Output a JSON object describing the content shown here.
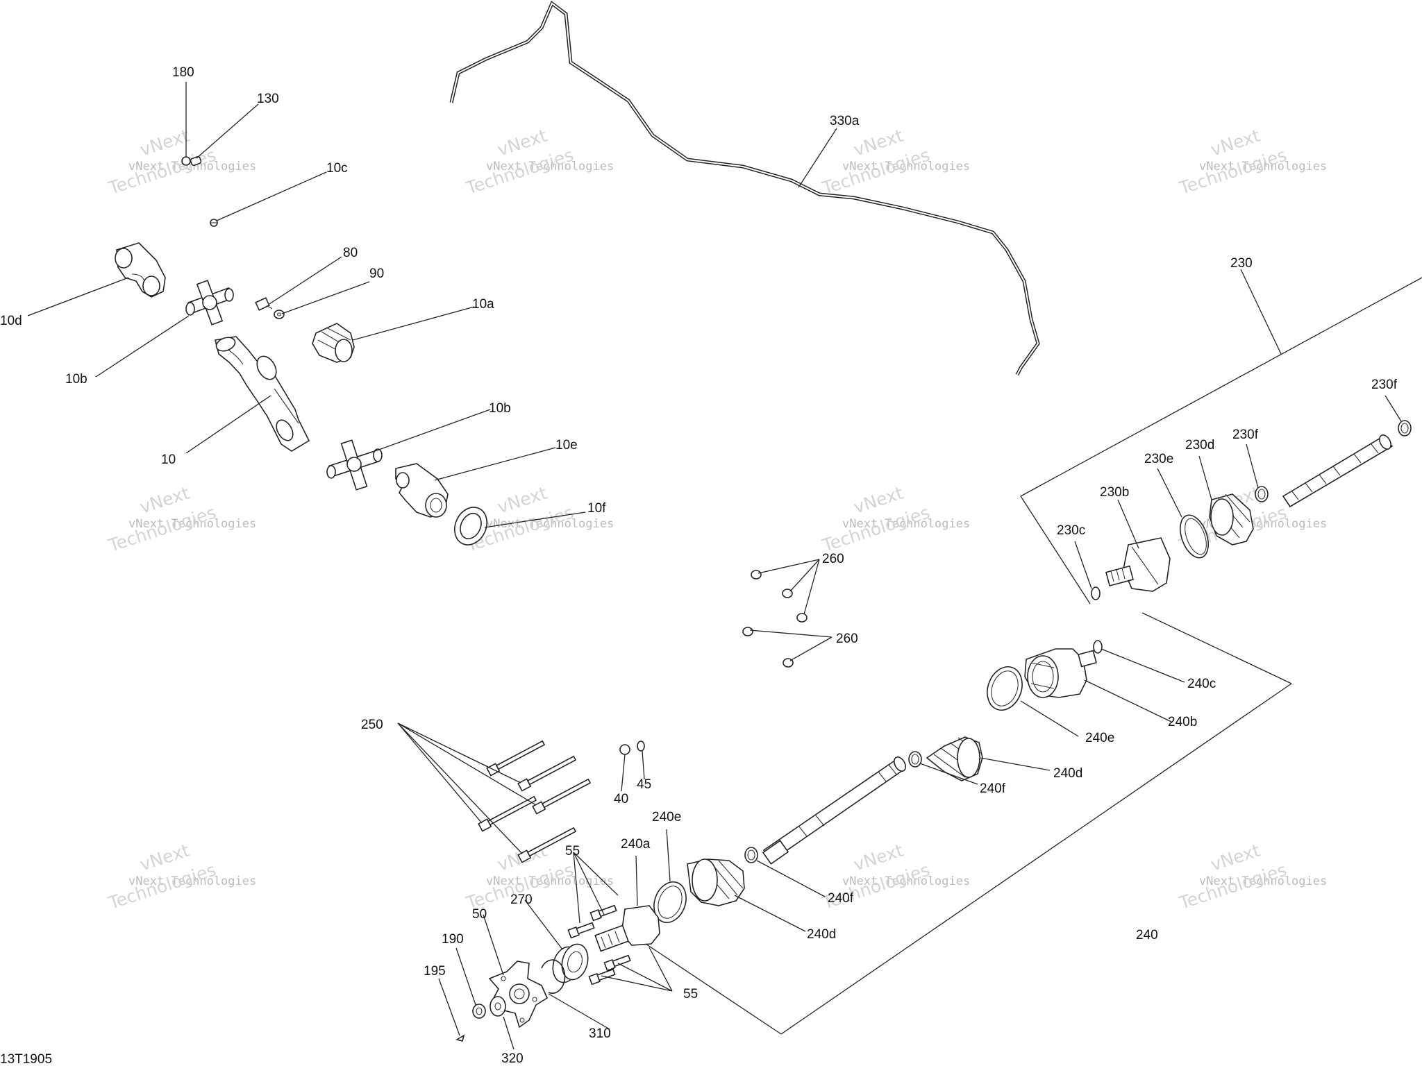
{
  "diagram": {
    "id_code": "13T1905",
    "watermark": {
      "line1": "vNext Technologies",
      "line2": "vNext",
      "line3": "Technologies"
    },
    "callouts": {
      "c180": "180",
      "c130": "130",
      "c10c": "10c",
      "c80": "80",
      "c90": "90",
      "c10a": "10a",
      "c10d": "10d",
      "c10b_top": "10b",
      "c10": "10",
      "c10b_mid": "10b",
      "c10e": "10e",
      "c10f": "10f",
      "c330a": "330a",
      "c230": "230",
      "c230f_right": "230f",
      "c230f_mid": "230f",
      "c230d": "230d",
      "c230e": "230e",
      "c230b": "230b",
      "c230c": "230c",
      "c260_top": "260",
      "c260_bot": "260",
      "c240c": "240c",
      "c240b": "240b",
      "c240e_right": "240e",
      "c240d_right": "240d",
      "c240f_right": "240f",
      "c250": "250",
      "c40": "40",
      "c45": "45",
      "c240e_left": "240e",
      "c55_top": "55",
      "c240a": "240a",
      "c270": "270",
      "c50": "50",
      "c190": "190",
      "c195": "195",
      "c240f_left": "240f",
      "c240d_left": "240d",
      "c240": "240",
      "c55_bot": "55",
      "c310": "310",
      "c320": "320"
    }
  }
}
